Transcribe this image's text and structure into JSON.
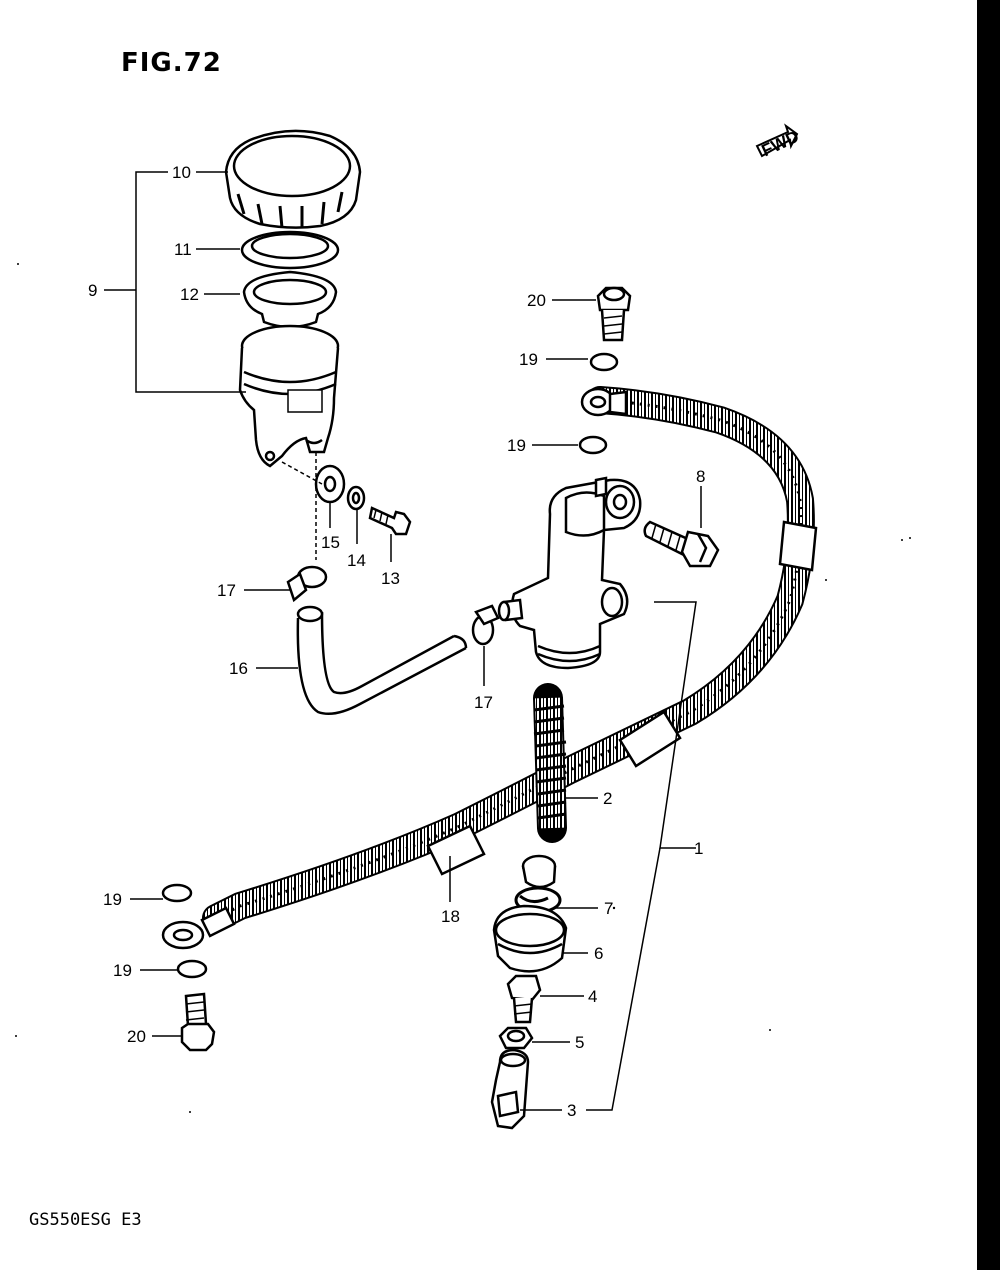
{
  "figure": {
    "title": "FIG.72",
    "model_code": "GS550ESG  E3",
    "fwd_mark": "FWD"
  },
  "callouts": [
    {
      "id": "c10",
      "label": "10"
    },
    {
      "id": "c11",
      "label": "11"
    },
    {
      "id": "c12",
      "label": "12"
    },
    {
      "id": "c9",
      "label": "9"
    },
    {
      "id": "c15",
      "label": "15"
    },
    {
      "id": "c14",
      "label": "14"
    },
    {
      "id": "c13",
      "label": "13"
    },
    {
      "id": "c17a",
      "label": "17"
    },
    {
      "id": "c16",
      "label": "16"
    },
    {
      "id": "c17b",
      "label": "17"
    },
    {
      "id": "c20a",
      "label": "20"
    },
    {
      "id": "c19a",
      "label": "19"
    },
    {
      "id": "c19b",
      "label": "19"
    },
    {
      "id": "c8",
      "label": "8"
    },
    {
      "id": "c2",
      "label": "2"
    },
    {
      "id": "c1",
      "label": "1"
    },
    {
      "id": "c7",
      "label": "7"
    },
    {
      "id": "c6",
      "label": "6"
    },
    {
      "id": "c4",
      "label": "4"
    },
    {
      "id": "c5",
      "label": "5"
    },
    {
      "id": "c3",
      "label": "3"
    },
    {
      "id": "c18",
      "label": "18"
    },
    {
      "id": "c19c",
      "label": "19"
    },
    {
      "id": "c19d",
      "label": "19"
    },
    {
      "id": "c20b",
      "label": "20"
    }
  ]
}
